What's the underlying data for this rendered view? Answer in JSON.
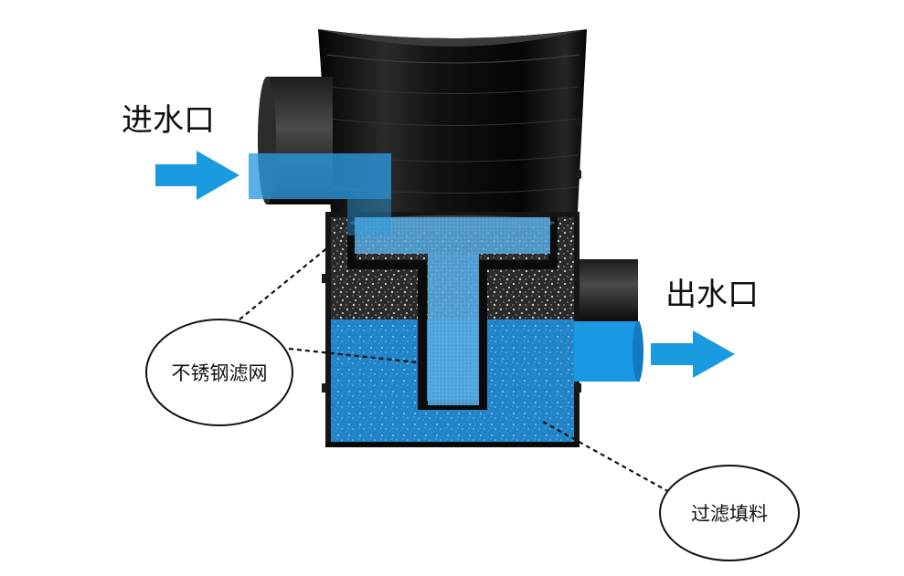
{
  "labels": {
    "inlet": "进水口",
    "outlet": "出水口",
    "screen": "不锈钢滤网",
    "media": "过滤填料"
  },
  "colors": {
    "flow_arrow": "#1a9be0",
    "water": "#1f8fd6",
    "pipe_black": "#0d0d0d",
    "gravel": "#2e2e2e"
  }
}
